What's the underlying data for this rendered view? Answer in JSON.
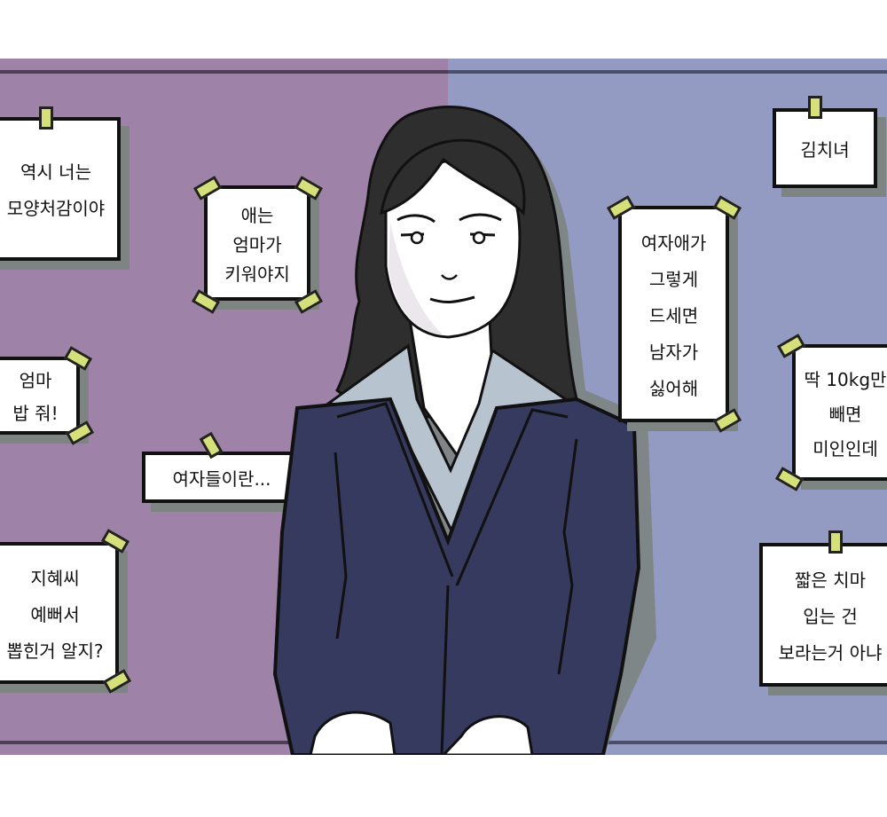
{
  "colors": {
    "wall_left": "#9e82a8",
    "wall_right": "#939bc3",
    "rail_left": "#4f3d57",
    "rail_right": "#4b4f6b",
    "suit": "#353a5e",
    "shirt": "#b7c4d0",
    "hair": "#2e2e2e",
    "skin": "#ffffff",
    "tape": "#d5e07a",
    "shadow": "#7d8482"
  },
  "notes": {
    "left_top": {
      "lines": [
        "역시 너는",
        "모양처감이야"
      ]
    },
    "left_mid_small": {
      "lines": [
        "애는",
        "엄마가",
        "키워야지"
      ]
    },
    "left_middle": {
      "lines": [
        "엄마",
        "밥 줘!"
      ]
    },
    "left_banner": {
      "lines": [
        "여자들이란..."
      ]
    },
    "left_bottom": {
      "lines": [
        "지혜씨",
        "예뻐서",
        "뽑힌거 알지?"
      ]
    },
    "right_tall": {
      "lines": [
        "여자애가",
        "그렇게",
        "드세면",
        "남자가",
        "싫어해"
      ]
    },
    "right_top": {
      "lines": [
        "김치녀"
      ]
    },
    "right_middle": {
      "lines": [
        "딱 10kg만",
        "빼면",
        "미인인데"
      ]
    },
    "right_bottom": {
      "lines": [
        "짧은 치마",
        "입는 건",
        "보라는거 아냐"
      ]
    }
  }
}
